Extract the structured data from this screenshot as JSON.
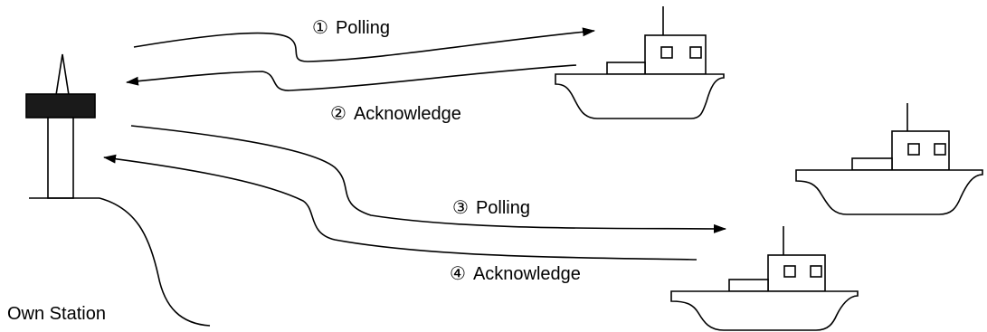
{
  "station": {
    "label": "Own Station"
  },
  "messages": [
    {
      "number": "①",
      "text": "Polling"
    },
    {
      "number": "②",
      "text": "Acknowledge"
    },
    {
      "number": "③",
      "text": "Polling"
    },
    {
      "number": "④",
      "text": "Acknowledge"
    }
  ],
  "colors": {
    "ink": "#000000",
    "background": "#ffffff",
    "station_band": "#1a1a1a"
  }
}
